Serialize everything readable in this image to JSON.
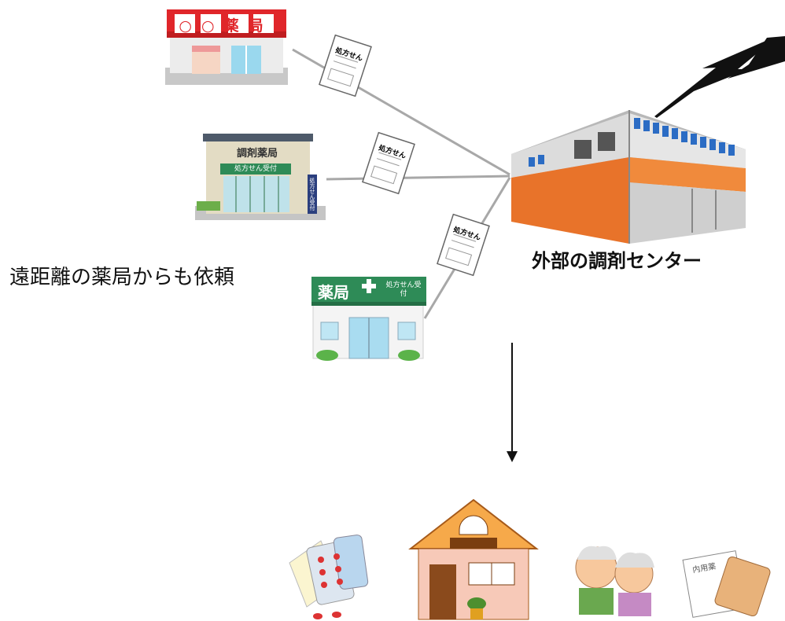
{
  "pharmacies": {
    "top_sign": "○○薬局",
    "middle_sign": "調剤薬局",
    "middle_subsign": "処方せん受付",
    "middle_side_sign": "処方せん受付",
    "bottom_sign": "薬局",
    "bottom_subsign": "処方せん受付"
  },
  "prescription_label": "処方せん",
  "remote_request_caption": "遠距離の薬局からも依頼",
  "center_caption": "外部の調剤センター",
  "medicine_bag_label": "内用薬",
  "colors": {
    "line_gray": "#a0a0a0",
    "center_orange": "#e8732a",
    "pharmacy_red": "#e0262a",
    "pharmacy_green": "#2e8b57"
  }
}
